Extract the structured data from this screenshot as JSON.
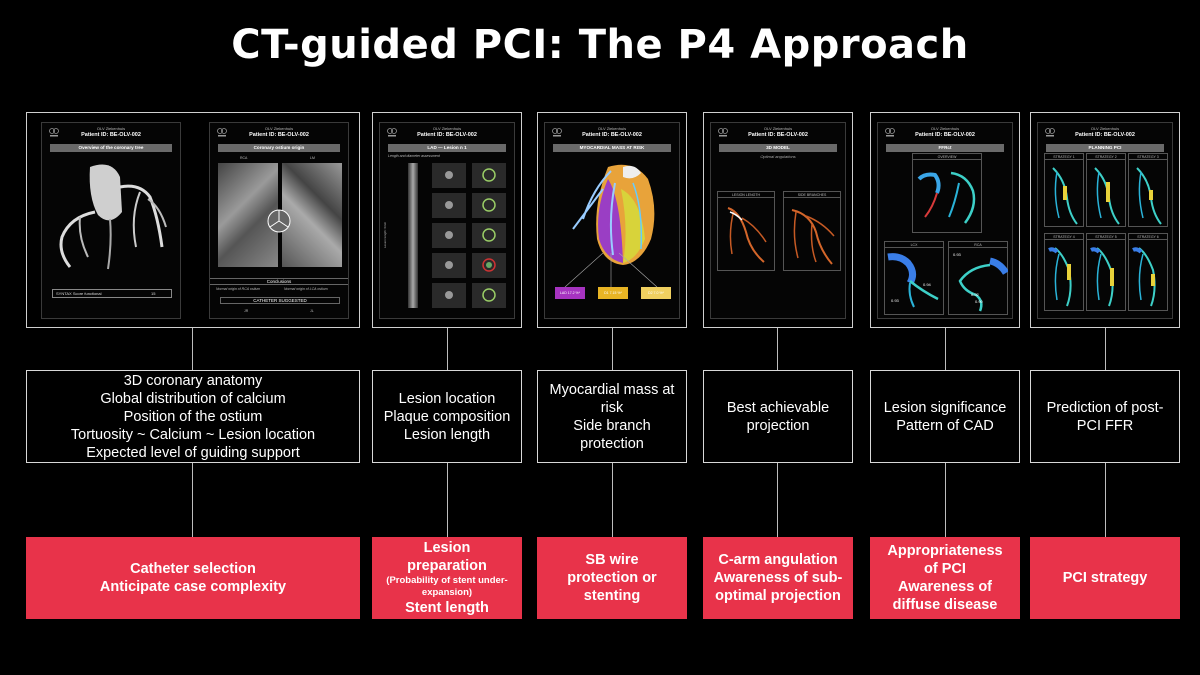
{
  "title": "CT-guided PCI: The P4 Approach",
  "colors": {
    "background": "#000000",
    "action_box": "#e8334a",
    "connector": "#bdbdbd"
  },
  "reports": {
    "institution": "OLV Ziekenhuis",
    "patient_id": "Patient ID: BE-OLV-002",
    "anatomy_tree": {
      "header": "Overview of the coronary tree",
      "syntax_label": "SYNTAX Score functional",
      "syntax_value": "15"
    },
    "ostium": {
      "header": "Coronary ostium origin",
      "rca": "RCA",
      "lm": "LM",
      "conclusions": "Conclusions",
      "rca_note": "Normal origin of RCA ostium",
      "lca_note": "Normal origin of LCA ostium",
      "catheter": "CATHETER SUGGESTED",
      "jr": "JR",
      "jl": "JL"
    },
    "lesion": {
      "header": "LAD — Lesion n 1",
      "sub": "Length and diameter assessment",
      "side_label": "Lesion length: 6mm"
    },
    "myocardial": {
      "header": "MYOCARDIAL MASS AT RISK",
      "tags": [
        "LAD 17.2 %*",
        "D1 7.15 %*",
        "D2 7.0 %*"
      ]
    },
    "model3d": {
      "header": "3D MODEL",
      "sub": "Optimal angulations",
      "panels": [
        "LESION LENGTH",
        "SIDE BRANCHES"
      ]
    },
    "ffrct": {
      "header": "FFRct",
      "overview": "OVERVIEW",
      "lcx": "LCX",
      "rca": "RCA",
      "values": [
        "0.94",
        "0.93",
        "0.93",
        "0.92",
        "0.90"
      ]
    },
    "planning": {
      "header": "PLANNING PCI",
      "strategies": [
        "STRATEGY 1",
        "STRATEGY 2",
        "STRATEGY 3",
        "STRATEGY 4",
        "STRATEGY 5",
        "STRATEGY 6"
      ]
    }
  },
  "descriptions": [
    {
      "lines": [
        "3D coronary anatomy",
        "Global distribution of calcium",
        "Position of the ostium",
        "Tortuosity ~ Calcium ~ Lesion location",
        "Expected level of guiding support"
      ]
    },
    {
      "lines": [
        "Lesion location",
        "Plaque composition",
        "Lesion length"
      ]
    },
    {
      "lines": [
        "Myocardial mass at",
        "risk",
        "Side branch",
        "protection"
      ]
    },
    {
      "lines": [
        "Best achievable",
        "projection"
      ]
    },
    {
      "lines": [
        "Lesion significance",
        "Pattern of CAD"
      ]
    },
    {
      "lines": [
        "Prediction of post-",
        "PCI FFR"
      ]
    }
  ],
  "actions": [
    {
      "lines": [
        "Catheter selection",
        "Anticipate case complexity"
      ]
    },
    {
      "lines": [
        "Lesion",
        "preparation"
      ],
      "note": "(Probability of stent under-expansion)",
      "tail": "Stent length"
    },
    {
      "lines": [
        "SB wire",
        "protection or",
        "stenting"
      ]
    },
    {
      "lines": [
        "C-arm angulation",
        "Awareness of sub-",
        "optimal projection"
      ]
    },
    {
      "lines": [
        "Appropriateness",
        "of PCI",
        "Awareness of",
        "diffuse disease"
      ]
    },
    {
      "lines": [
        "PCI strategy"
      ]
    }
  ]
}
